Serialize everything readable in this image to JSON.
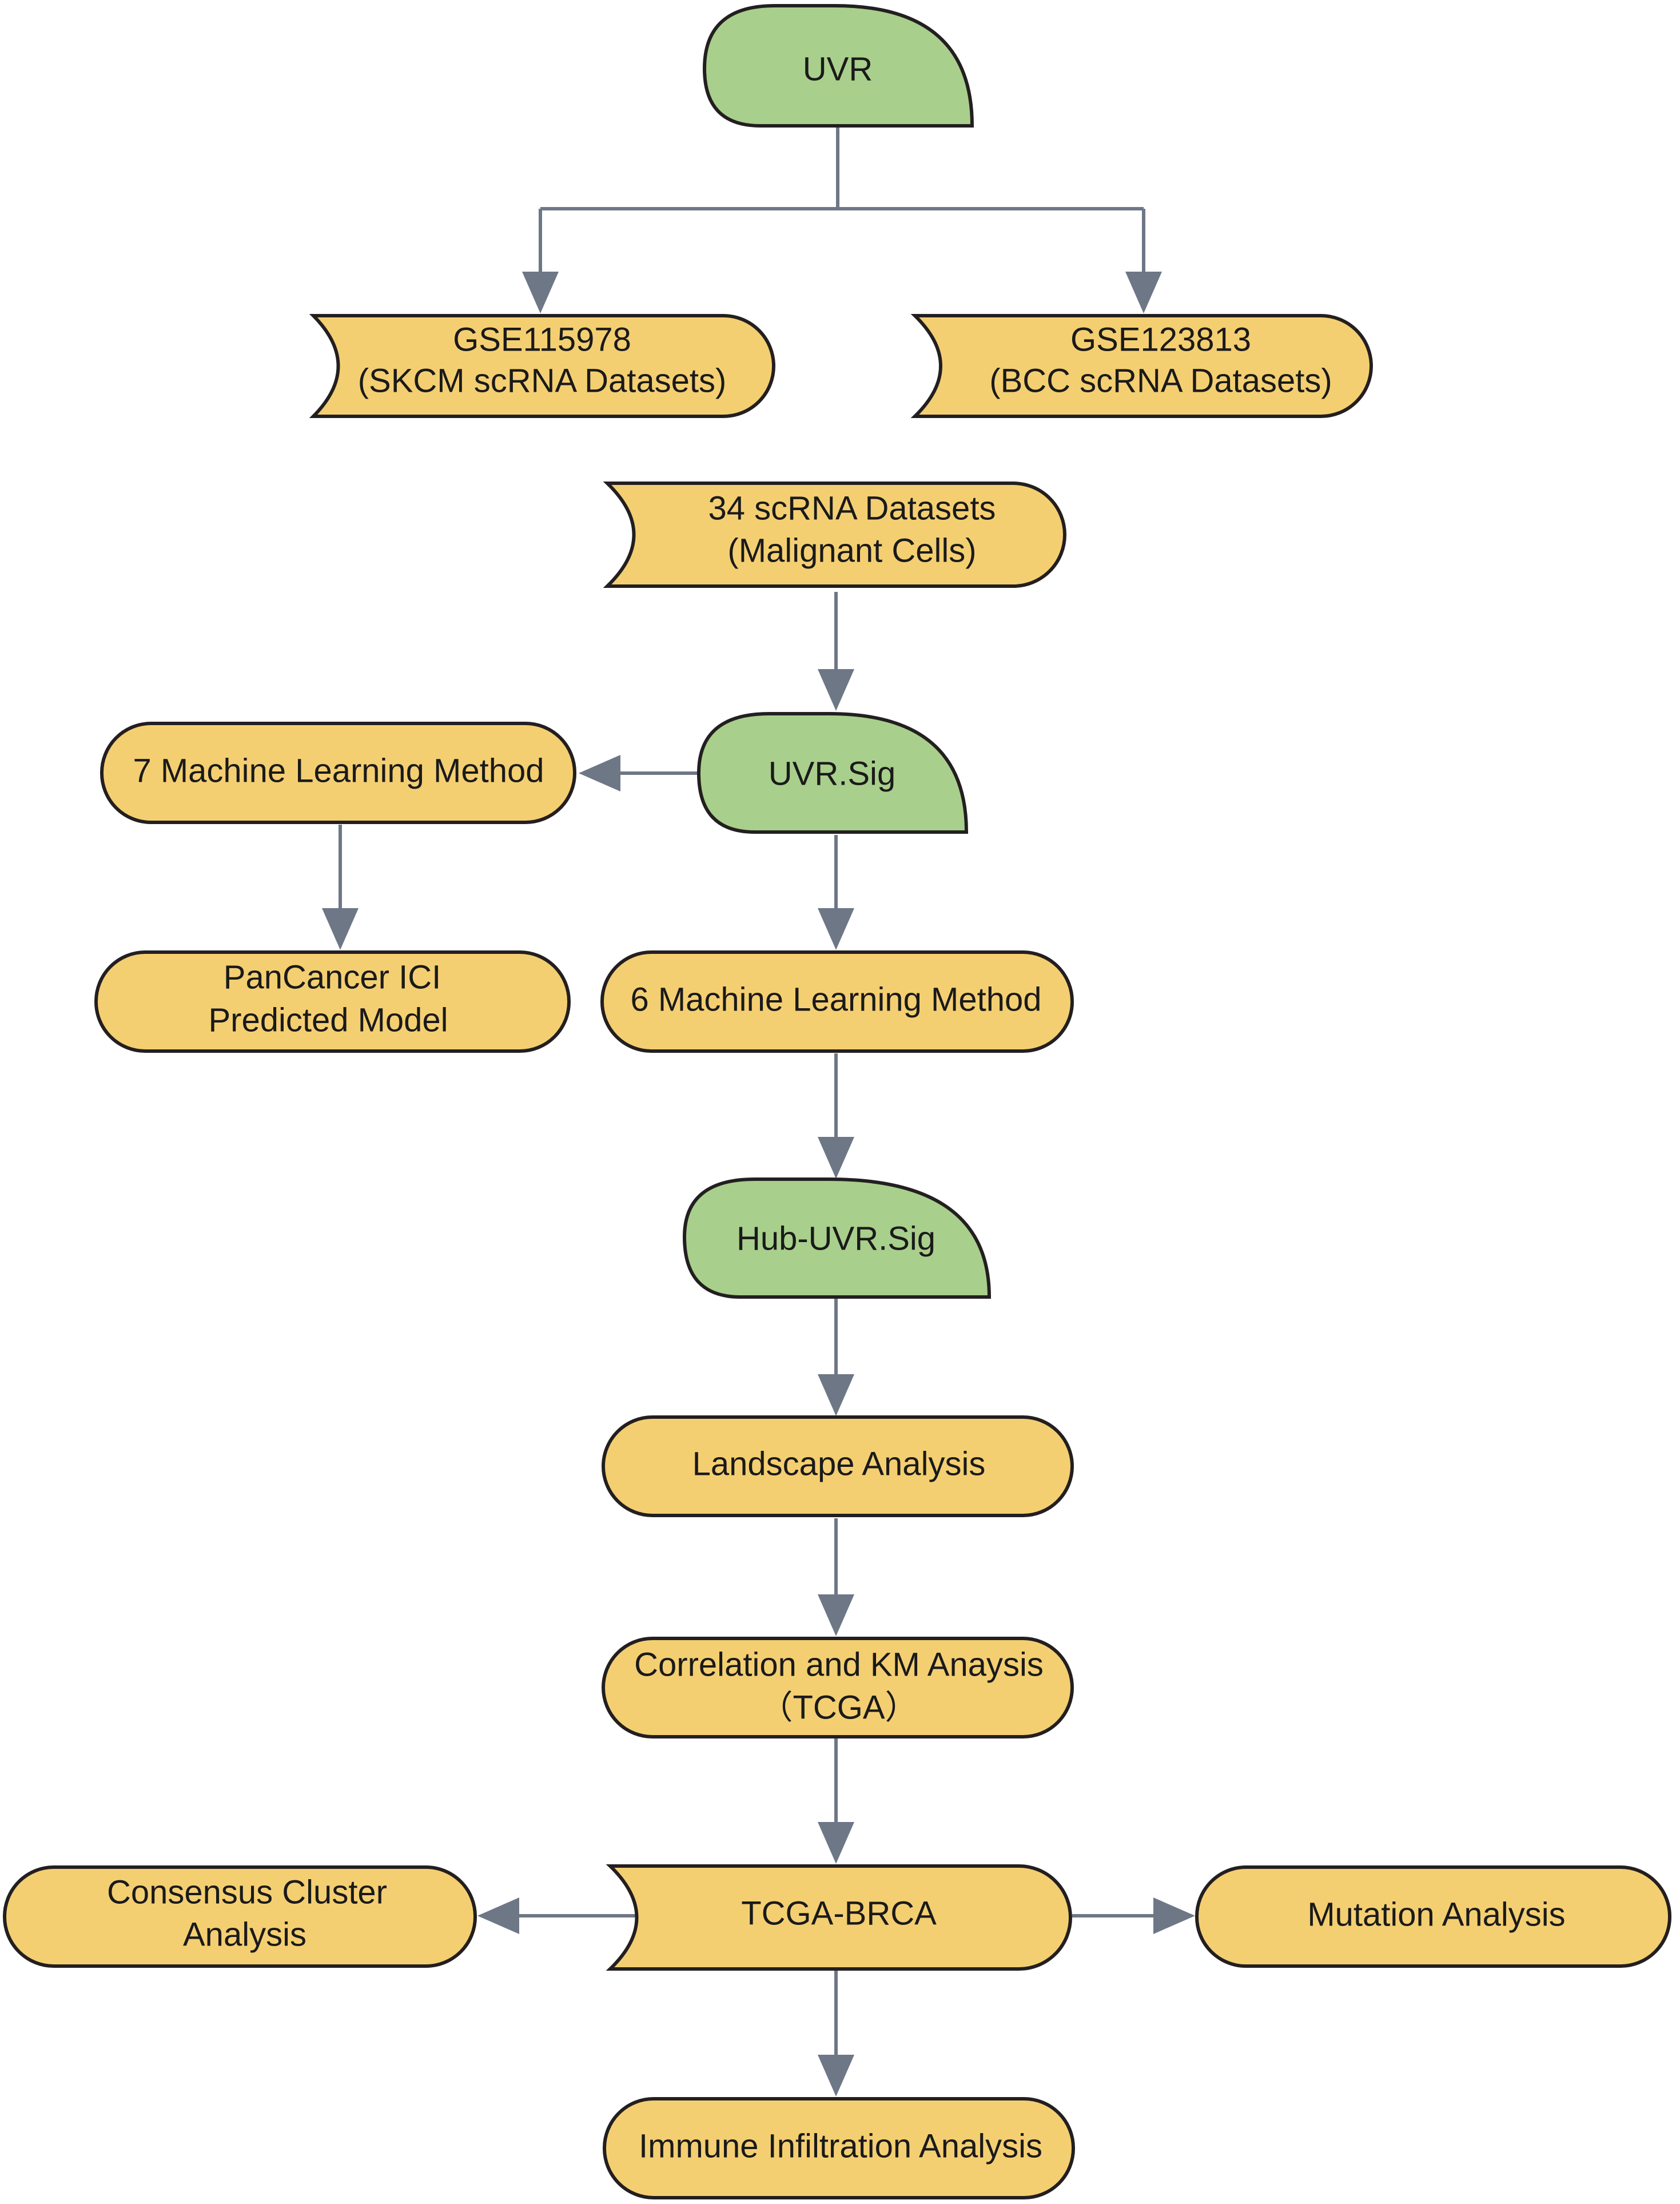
{
  "colors": {
    "data_node_fill": "#f4cf72",
    "key_node_fill": "#a9cf8c",
    "border": "#231f20",
    "connector": "#6e7786"
  },
  "nodes": {
    "uvr": "UVR",
    "gse115978": {
      "line1": "GSE115978",
      "line2": "(SKCM scRNA Datasets)"
    },
    "gse123813": {
      "line1": "GSE123813",
      "line2": "(BCC scRNA Datasets)"
    },
    "scrna34": {
      "line1": "34 scRNA Datasets",
      "line2": "(Malignant Cells)"
    },
    "uvr_sig": "UVR.Sig",
    "ml7": "7 Machine Learning Method",
    "pancancer": {
      "line1": "PanCancer ICI",
      "line2": "Predicted Model"
    },
    "ml6": "6 Machine Learning Method",
    "hub_uvr_sig": "Hub-UVR.Sig",
    "landscape": "Landscape Analysis",
    "correlation_km": {
      "line1": "Correlation and KM Anaysis",
      "line2": "（TCGA）"
    },
    "tcga_brca": "TCGA-BRCA",
    "consensus": {
      "line1": "Consensus Cluster",
      "line2": "Analysis"
    },
    "mutation": "Mutation Analysis",
    "immune": "Immune Infiltration Analysis"
  }
}
